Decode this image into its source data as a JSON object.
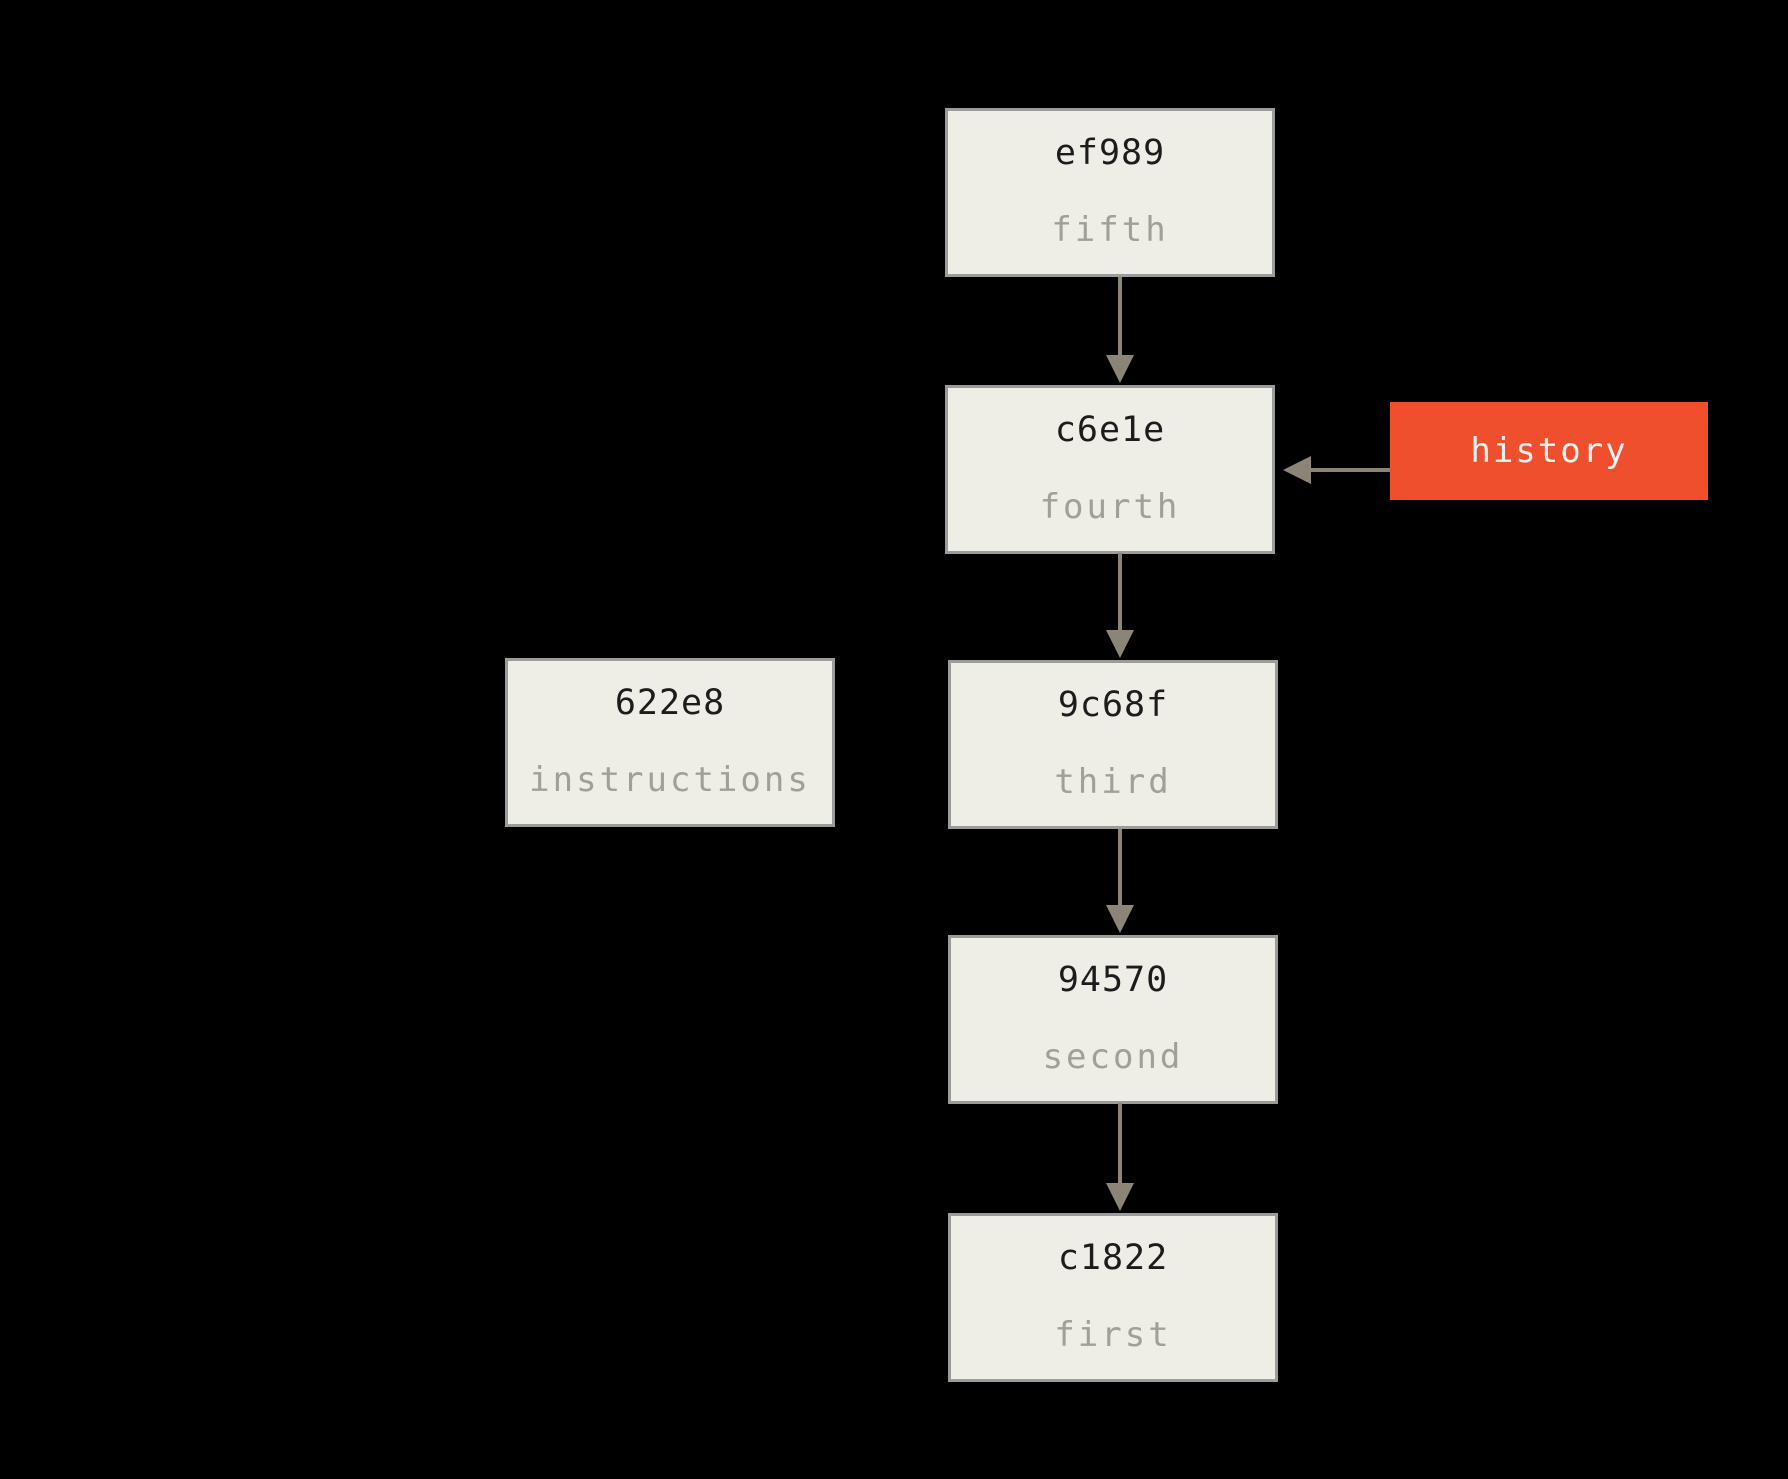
{
  "diagram": {
    "type": "git-commit-history",
    "colors": {
      "background": "#000000",
      "box_fill": "#efeee6",
      "box_border": "#9b9b99",
      "hash_text": "#1c1c1c",
      "label_text": "#a0a098",
      "arrow": "#8d8478",
      "ref_fill": "#f04f2e",
      "ref_text": "#f2f2f2"
    },
    "commits": [
      {
        "hash": "ef989",
        "message": "fifth"
      },
      {
        "hash": "c6e1e",
        "message": "fourth"
      },
      {
        "hash": "9c68f",
        "message": "third"
      },
      {
        "hash": "94570",
        "message": "second"
      },
      {
        "hash": "c1822",
        "message": "first"
      }
    ],
    "floating_commit": {
      "hash": "622e8",
      "message": "instructions"
    },
    "ref": {
      "label": "history",
      "points_to": "c6e1e"
    },
    "edges": [
      {
        "from": "ef989",
        "to": "c6e1e"
      },
      {
        "from": "c6e1e",
        "to": "9c68f"
      },
      {
        "from": "9c68f",
        "to": "94570"
      },
      {
        "from": "94570",
        "to": "c1822"
      },
      {
        "from": "history",
        "to": "c6e1e"
      }
    ]
  }
}
